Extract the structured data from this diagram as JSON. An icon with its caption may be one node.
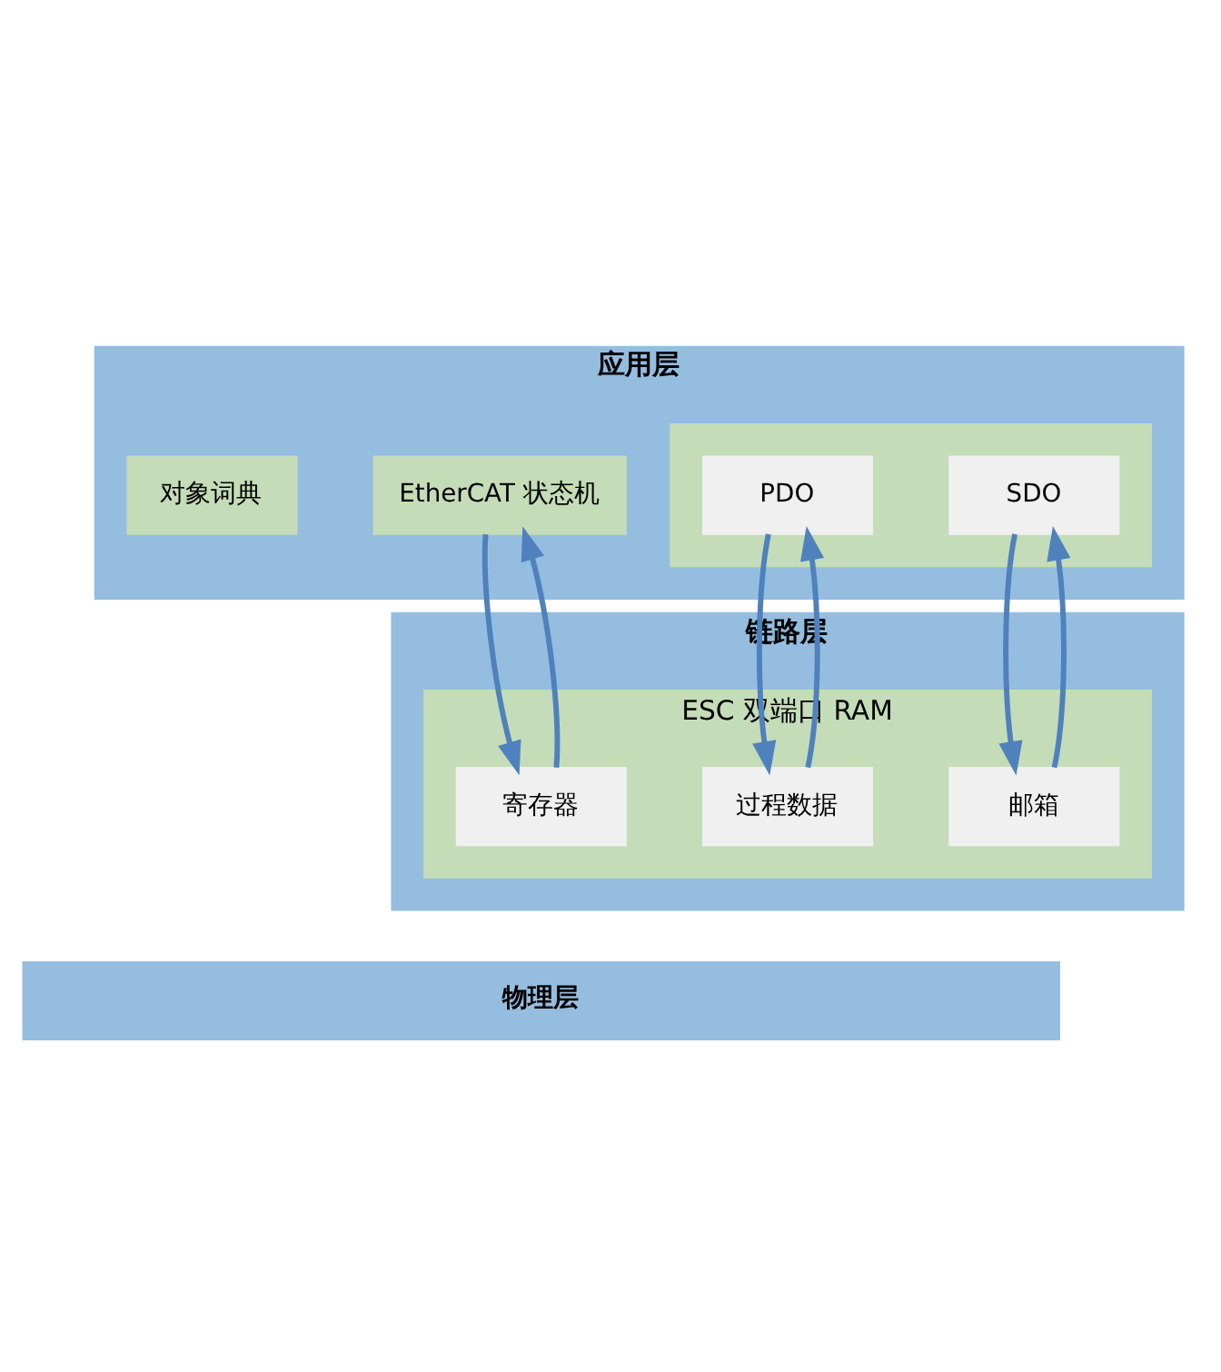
{
  "diagram": {
    "nodes": [
      {
        "text": [
          "应用层"
        ]
      },
      {
        "text": [
          "对象词典"
        ],
        "in": 0
      },
      {
        "text": [],
        "shape": "box",
        "in": 0
      },
      {
        "text": [
          "PDO"
        ],
        "in": 2
      },
      {
        "text": [
          "SDO"
        ],
        "in": 2
      },
      {
        "text": [
          "EtherCAT 状态机"
        ],
        "in": 0
      },
      {
        "text": [
          "链路层"
        ]
      },
      {
        "text": [
          "ESC 双端口 RAM"
        ],
        "in": 6
      },
      {
        "text": [
          "过程数据"
        ],
        "in": 7
      },
      {
        "text": [
          "邮箱"
        ],
        "in": 7
      },
      {
        "text": [
          "寄存器"
        ],
        "in": 7
      },
      {
        "text": [
          "物理层"
        ]
      }
    ],
    "edges": [
      {
        "from": 3,
        "to": 8,
        "arrow": "to"
      },
      {
        "from": 8,
        "to": 3,
        "arrow": "to"
      },
      {
        "from": 4,
        "to": 9,
        "arrow": "to"
      },
      {
        "from": 9,
        "to": 4,
        "arrow": "to"
      },
      {
        "from": 5,
        "to": 10,
        "arrow": "to"
      },
      {
        "from": 10,
        "to": 5,
        "arrow": "to"
      }
    ]
  }
}
